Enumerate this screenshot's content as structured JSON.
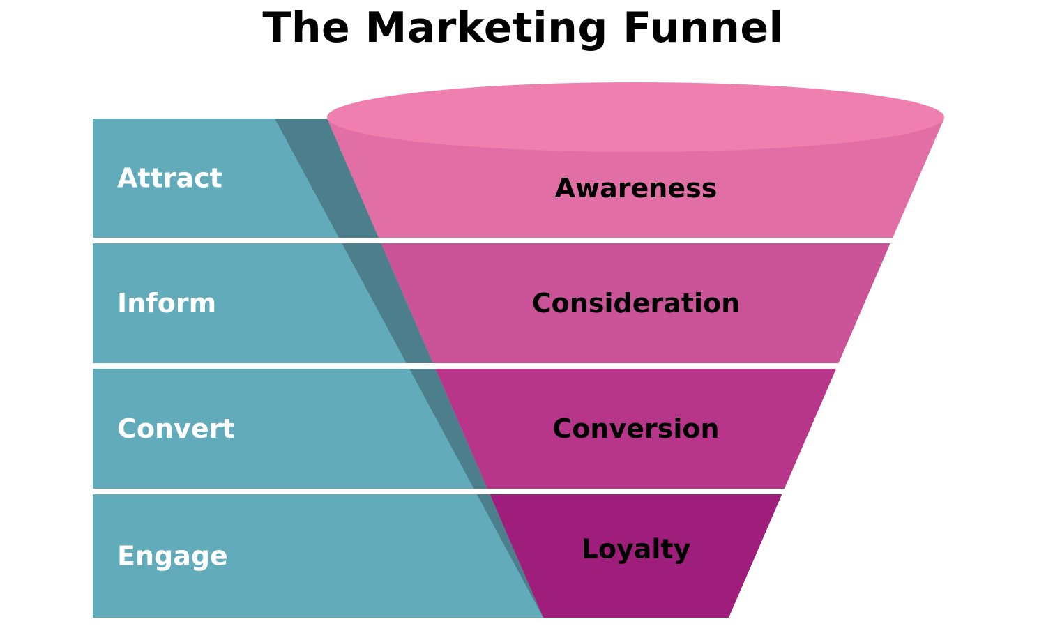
{
  "title": "The Marketing Funnel",
  "colors": {
    "teal": "#61abbb",
    "teal_shadow": "#4d7e8b",
    "funnel_rim": "#ee7fae",
    "divider": "#ffffff"
  },
  "stages": [
    {
      "action": "Attract",
      "stage": "Awareness",
      "color": "#e16fa6"
    },
    {
      "action": "Inform",
      "stage": "Consideration",
      "color": "#cb5498"
    },
    {
      "action": "Convert",
      "stage": "Conversion",
      "color": "#b7368a"
    },
    {
      "action": "Engage",
      "stage": "Loyalty",
      "color": "#a01e7b"
    }
  ]
}
